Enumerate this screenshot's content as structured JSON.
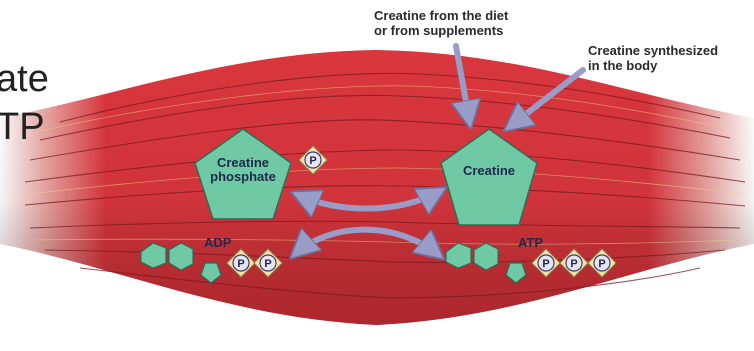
{
  "partial_text": {
    "line1": "ate",
    "line2": "TP"
  },
  "sources": {
    "diet": [
      "Creatine from the diet",
      "or from supplements"
    ],
    "synthesized": [
      "Creatine synthesized",
      "in the body"
    ]
  },
  "molecules": {
    "creatine_phosphate": [
      "Creatine",
      "phosphate"
    ],
    "creatine": "Creatine",
    "adp": "ADP",
    "atp": "ATP",
    "phosphate": "P"
  },
  "colors": {
    "muscle": "#d8323a",
    "molecule_fill": "#6fc9a4",
    "arrow": "#9a9cc8",
    "phosphate_fill": "#f3e3a6"
  }
}
